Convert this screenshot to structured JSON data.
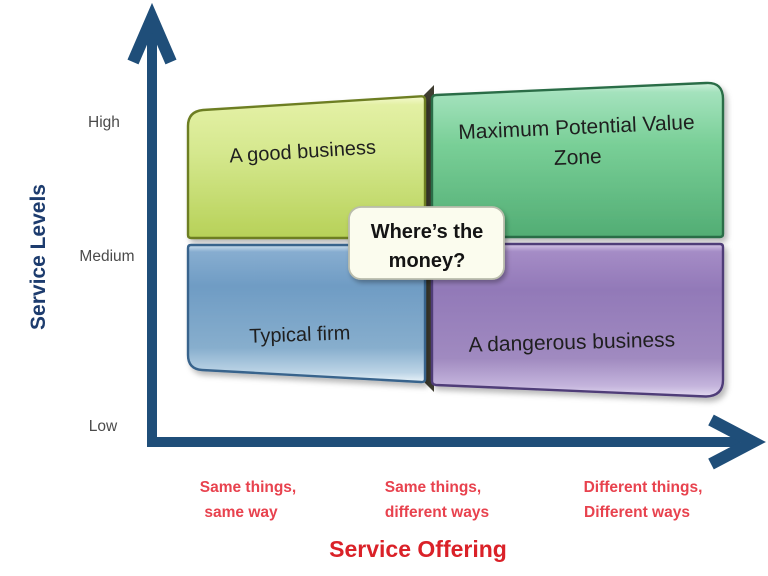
{
  "diagram": {
    "background": "#ffffff",
    "axis_color": "#1f4e79",
    "y_axis": {
      "title": "Service Levels",
      "title_color": "#1d3c6e",
      "tick_color": "#4a4a4a",
      "ticks": [
        "High",
        "Medium",
        "Low"
      ]
    },
    "x_axis": {
      "title": "Service Offering",
      "title_color": "#da2128",
      "label_color": "#e8424e",
      "categories": [
        {
          "line1": "Same things,",
          "line2": "same way"
        },
        {
          "line1": "Same things,",
          "line2": "different ways"
        },
        {
          "line1": "Different things,",
          "line2": "Different ways"
        }
      ]
    },
    "quadrants": {
      "top_left": {
        "label": "A good business",
        "fill": "#d5e88e",
        "border": "#6d7e24"
      },
      "top_right": {
        "line1": "Maximum Potential Value",
        "line2": "Zone",
        "fill": "#74cd94",
        "border": "#2b6d46"
      },
      "bottom_left": {
        "label": "Typical firm",
        "fill": "#74a0c6",
        "border": "#38648c"
      },
      "bottom_right": {
        "label": "A dangerous business",
        "fill": "#9880bc",
        "border": "#4f3c78"
      }
    },
    "callout": {
      "line1": "Where’s the",
      "line2": "money?",
      "fill": "#fbfcee",
      "border": "#b9bcac",
      "text_color": "#141414"
    }
  }
}
